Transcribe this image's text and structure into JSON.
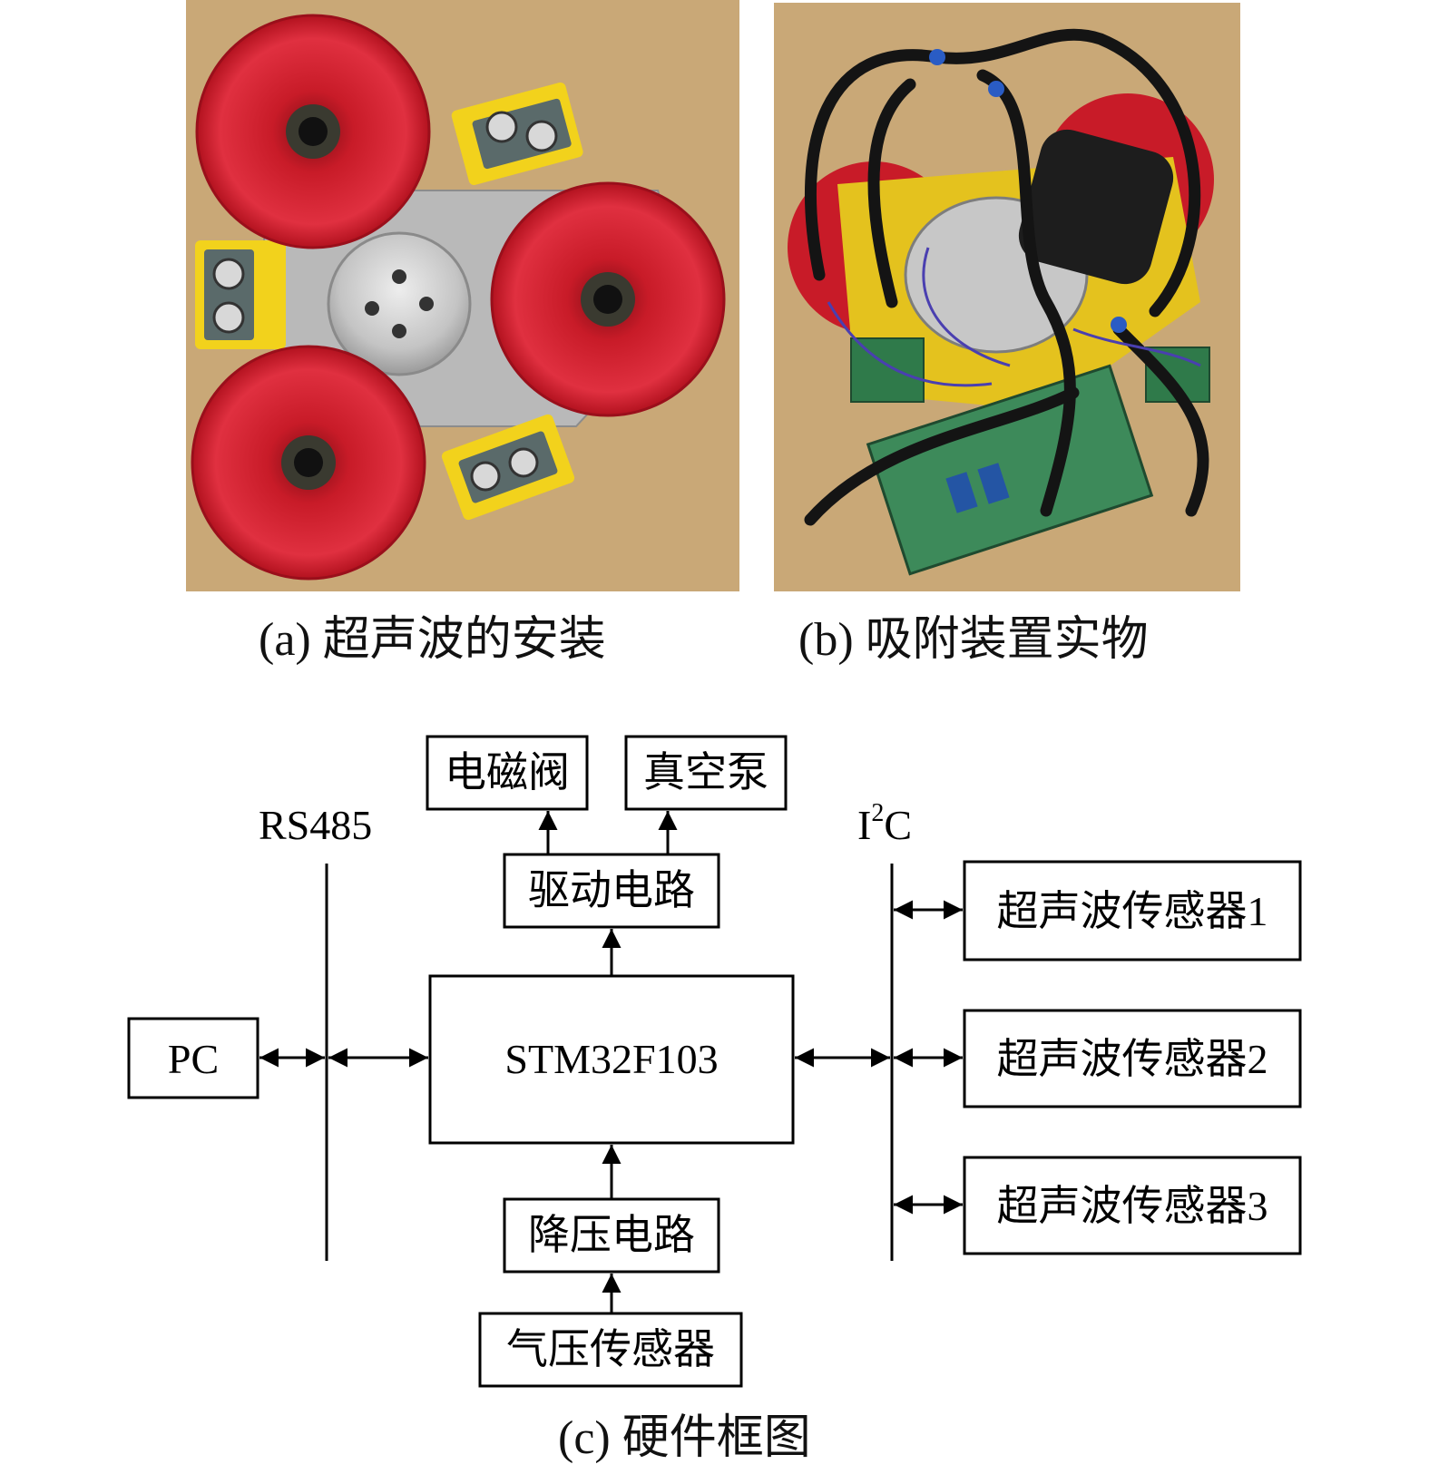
{
  "captions": {
    "a": "(a) 超声波的安装",
    "b": "(b) 吸附装置实物",
    "c": "(c) 硬件框图"
  },
  "colors": {
    "wood": "#c9a877",
    "suction_cup_red": "#d2202e",
    "bracket_yellow": "#f2d21c",
    "plate_gray": "#b9b9b9",
    "pcb_green": "#3d8a5a",
    "tube_black": "#141414",
    "line": "#000000"
  },
  "diagram": {
    "bus_left_label": "RS485",
    "bus_right_label": "I",
    "bus_right_label_sup": "2",
    "bus_right_label_tail": "C",
    "nodes": {
      "pc": "PC",
      "mcu": "STM32F103",
      "solenoid": "电磁阀",
      "pump": "真空泵",
      "driver": "驱动电路",
      "buck": "降压电路",
      "pressure": "气压传感器",
      "us1": "超声波传感器1",
      "us2": "超声波传感器2",
      "us3": "超声波传感器3"
    }
  }
}
